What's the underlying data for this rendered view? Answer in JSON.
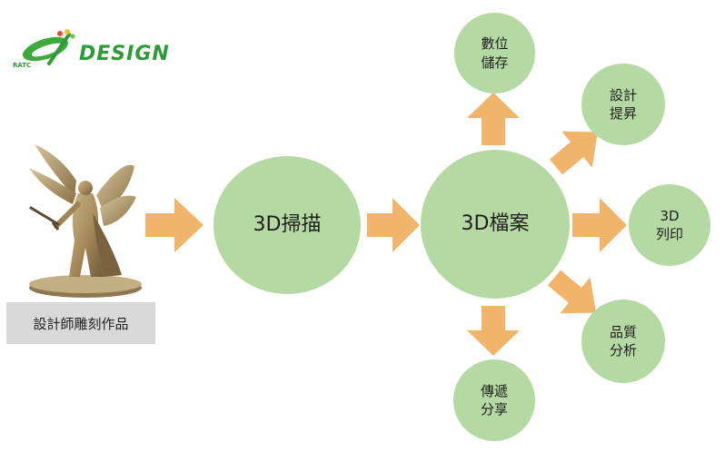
{
  "logo": {
    "brand": "DESIGN",
    "sub": "RATC"
  },
  "source_label": "設計師雕刻作品",
  "nodes": {
    "scan": "3D掃描",
    "file": "3D檔案",
    "storage": "數位\n儲存",
    "design": "設計\n提昇",
    "print": "3D\n列印",
    "quality": "品質\n分析",
    "share": "傳遞\n分享"
  },
  "colors": {
    "node_fill": "#b5d9a2",
    "arrow": "#f0b46a",
    "logo_green": "#2e9a38",
    "label_bg": "#d9d9d9"
  }
}
